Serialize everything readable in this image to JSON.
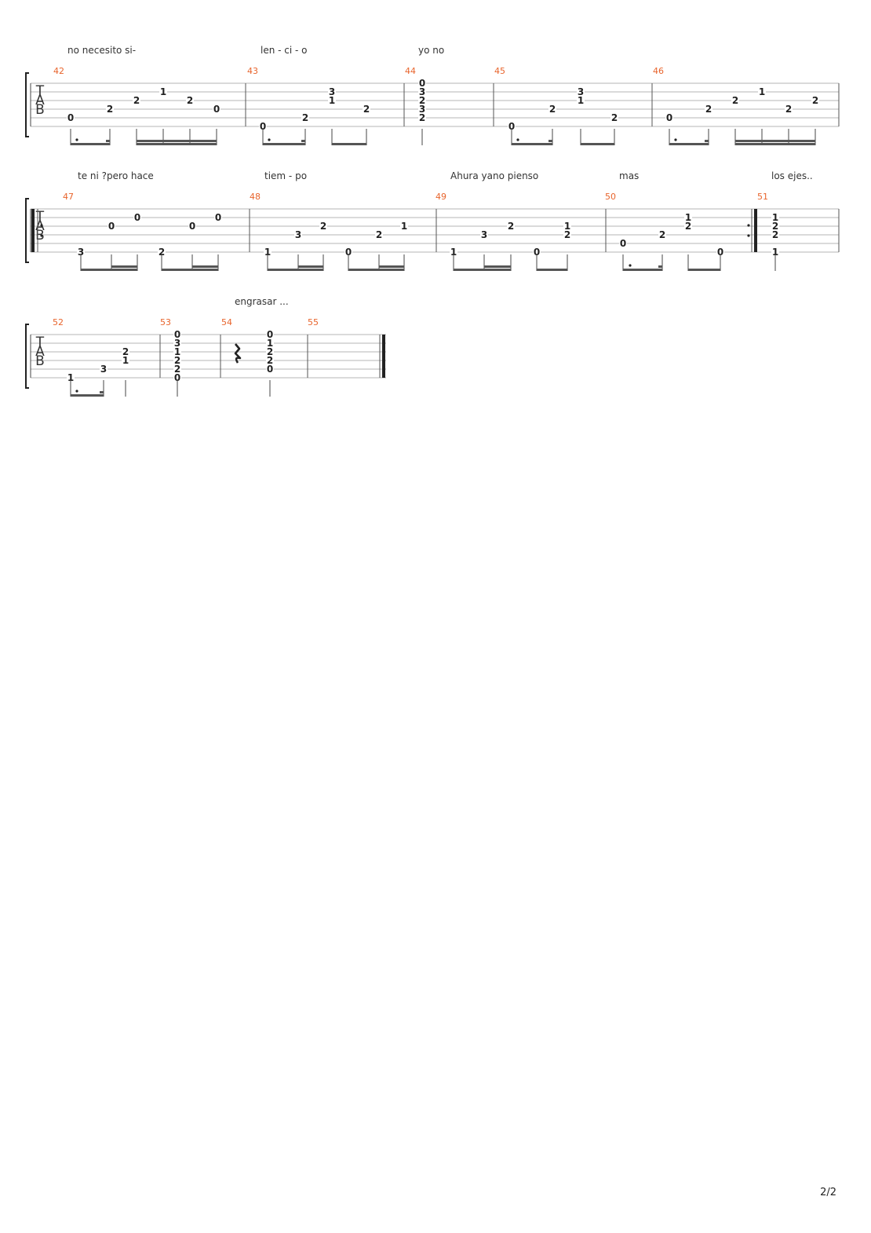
{
  "page": {
    "number": "2/2"
  },
  "tab_clef": [
    "T",
    "A",
    "B"
  ],
  "systems": [
    {
      "lyrics": [
        "no necesito si-",
        "len - ci - o",
        "yo no"
      ],
      "measures": [
        {
          "number": "42",
          "notes": [
            {
              "string": 5,
              "fret": "0"
            },
            {
              "string": 4,
              "fret": "2"
            },
            {
              "string": 3,
              "fret": "2"
            },
            {
              "string": 2,
              "fret": "1"
            },
            {
              "string": 3,
              "fret": "2"
            },
            {
              "string": 4,
              "fret": "0"
            }
          ]
        },
        {
          "number": "43",
          "notes": [
            {
              "string": 6,
              "fret": "0"
            },
            {
              "string": 5,
              "fret": "2"
            },
            {
              "string": 2,
              "fret": "3"
            },
            {
              "string": 3,
              "fret": "1"
            },
            {
              "string": 4,
              "fret": "2"
            }
          ]
        },
        {
          "number": "44",
          "notes": [
            {
              "string": 1,
              "fret": "0"
            },
            {
              "string": 2,
              "fret": "3"
            },
            {
              "string": 3,
              "fret": "2"
            },
            {
              "string": 4,
              "fret": "3"
            },
            {
              "string": 5,
              "fret": "2"
            }
          ]
        },
        {
          "number": "45",
          "notes": [
            {
              "string": 6,
              "fret": "0"
            },
            {
              "string": 4,
              "fret": "2"
            },
            {
              "string": 2,
              "fret": "3"
            },
            {
              "string": 3,
              "fret": "1"
            },
            {
              "string": 5,
              "fret": "2"
            }
          ]
        },
        {
          "number": "46",
          "notes": [
            {
              "string": 5,
              "fret": "0"
            },
            {
              "string": 4,
              "fret": "2"
            },
            {
              "string": 3,
              "fret": "2"
            },
            {
              "string": 2,
              "fret": "1"
            },
            {
              "string": 4,
              "fret": "2"
            },
            {
              "string": 3,
              "fret": "2"
            }
          ]
        }
      ]
    },
    {
      "lyrics": [
        "te ni ?pero hace",
        "tiem - po",
        "Ahura yano pienso",
        "mas",
        "los ejes.."
      ],
      "measures": [
        {
          "number": "47",
          "notes": [
            {
              "string": 6,
              "fret": "3"
            },
            {
              "string": 3,
              "fret": "0"
            },
            {
              "string": 2,
              "fret": "0"
            },
            {
              "string": 6,
              "fret": "2"
            },
            {
              "string": 3,
              "fret": "0"
            },
            {
              "string": 2,
              "fret": "0"
            }
          ]
        },
        {
          "number": "48",
          "notes": [
            {
              "string": 6,
              "fret": "1"
            },
            {
              "string": 4,
              "fret": "3"
            },
            {
              "string": 3,
              "fret": "2"
            },
            {
              "string": 6,
              "fret": "0"
            },
            {
              "string": 4,
              "fret": "2"
            },
            {
              "string": 3,
              "fret": "1"
            }
          ]
        },
        {
          "number": "49",
          "notes": [
            {
              "string": 6,
              "fret": "1"
            },
            {
              "string": 4,
              "fret": "3"
            },
            {
              "string": 3,
              "fret": "2"
            },
            {
              "string": 6,
              "fret": "0"
            },
            {
              "string": 3,
              "fret": "1"
            },
            {
              "string": 4,
              "fret": "2"
            }
          ]
        },
        {
          "number": "50",
          "notes": [
            {
              "string": 5,
              "fret": "0"
            },
            {
              "string": 4,
              "fret": "2"
            },
            {
              "string": 2,
              "fret": "1"
            },
            {
              "string": 3,
              "fret": "2"
            },
            {
              "string": 6,
              "fret": "0"
            }
          ]
        },
        {
          "number": "51",
          "notes": [
            {
              "string": 2,
              "fret": "1"
            },
            {
              "string": 3,
              "fret": "2"
            },
            {
              "string": 4,
              "fret": "2"
            },
            {
              "string": 6,
              "fret": "1"
            }
          ]
        }
      ]
    },
    {
      "lyrics": [
        "engrasar ..."
      ],
      "measures": [
        {
          "number": "52",
          "notes": [
            {
              "string": 6,
              "fret": "1"
            },
            {
              "string": 5,
              "fret": "3"
            },
            {
              "string": 3,
              "fret": "2"
            },
            {
              "string": 4,
              "fret": "1"
            }
          ]
        },
        {
          "number": "53",
          "notes": [
            {
              "string": 1,
              "fret": "0"
            },
            {
              "string": 2,
              "fret": "3"
            },
            {
              "string": 3,
              "fret": "1"
            },
            {
              "string": 4,
              "fret": "2"
            },
            {
              "string": 5,
              "fret": "2"
            },
            {
              "string": 6,
              "fret": "0"
            }
          ]
        },
        {
          "number": "54",
          "notes": [
            {
              "string": 1,
              "fret": "0"
            },
            {
              "string": 2,
              "fret": "1"
            },
            {
              "string": 3,
              "fret": "2"
            },
            {
              "string": 4,
              "fret": "2"
            },
            {
              "string": 5,
              "fret": "0"
            }
          ]
        },
        {
          "number": "55",
          "notes": []
        }
      ]
    }
  ]
}
